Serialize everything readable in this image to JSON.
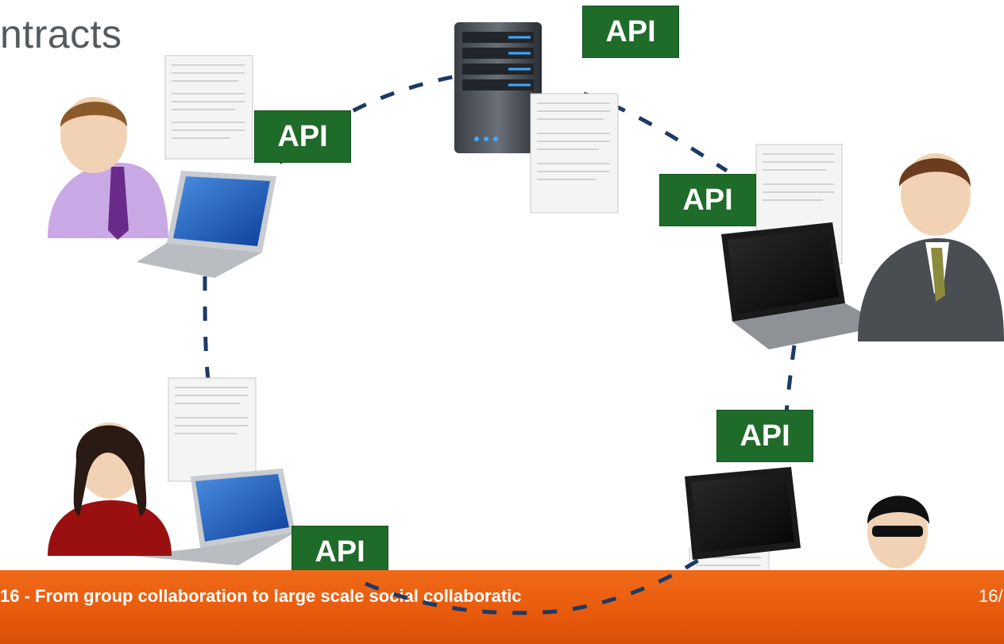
{
  "slide": {
    "title": "ntracts",
    "footer_text": "16 - From group collaboration to large scale social collaboratic",
    "page_number": "16/",
    "colors": {
      "footer": "#e85a0c",
      "api_badge": "#1f6b2a",
      "title": "#555a5e"
    }
  },
  "api_badges": [
    {
      "label": "API"
    },
    {
      "label": "API"
    },
    {
      "label": "API"
    },
    {
      "label": "API"
    },
    {
      "label": "API"
    }
  ],
  "icons": [
    "server-icon",
    "laptop-icon",
    "person-icon",
    "document-icon",
    "envelope-icon"
  ]
}
